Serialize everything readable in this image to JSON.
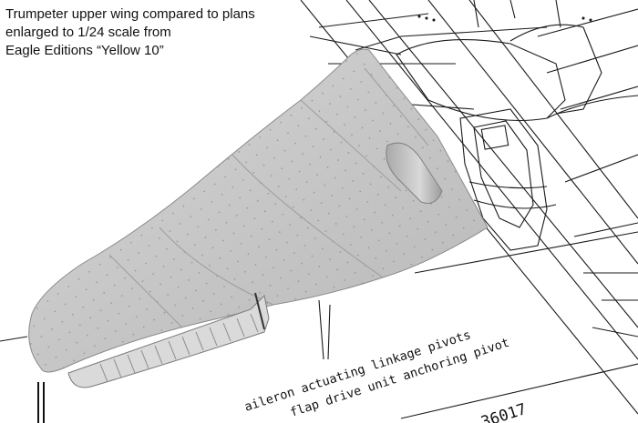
{
  "caption": {
    "line1": "Trumpeter upper wing compared to plans",
    "line2": "enlarged to 1/24 scale from",
    "line3": "Eagle Editions “Yellow 10”"
  },
  "plan_labels": {
    "aileron": "aileron actuating linkage pivots",
    "flap": "flap drive unit anchoring pivot",
    "drawing_number": "36017"
  },
  "colors": {
    "wing_plastic": "#c9c9c9",
    "plan_lines": "#1a1a1a",
    "background": "#ffffff"
  }
}
